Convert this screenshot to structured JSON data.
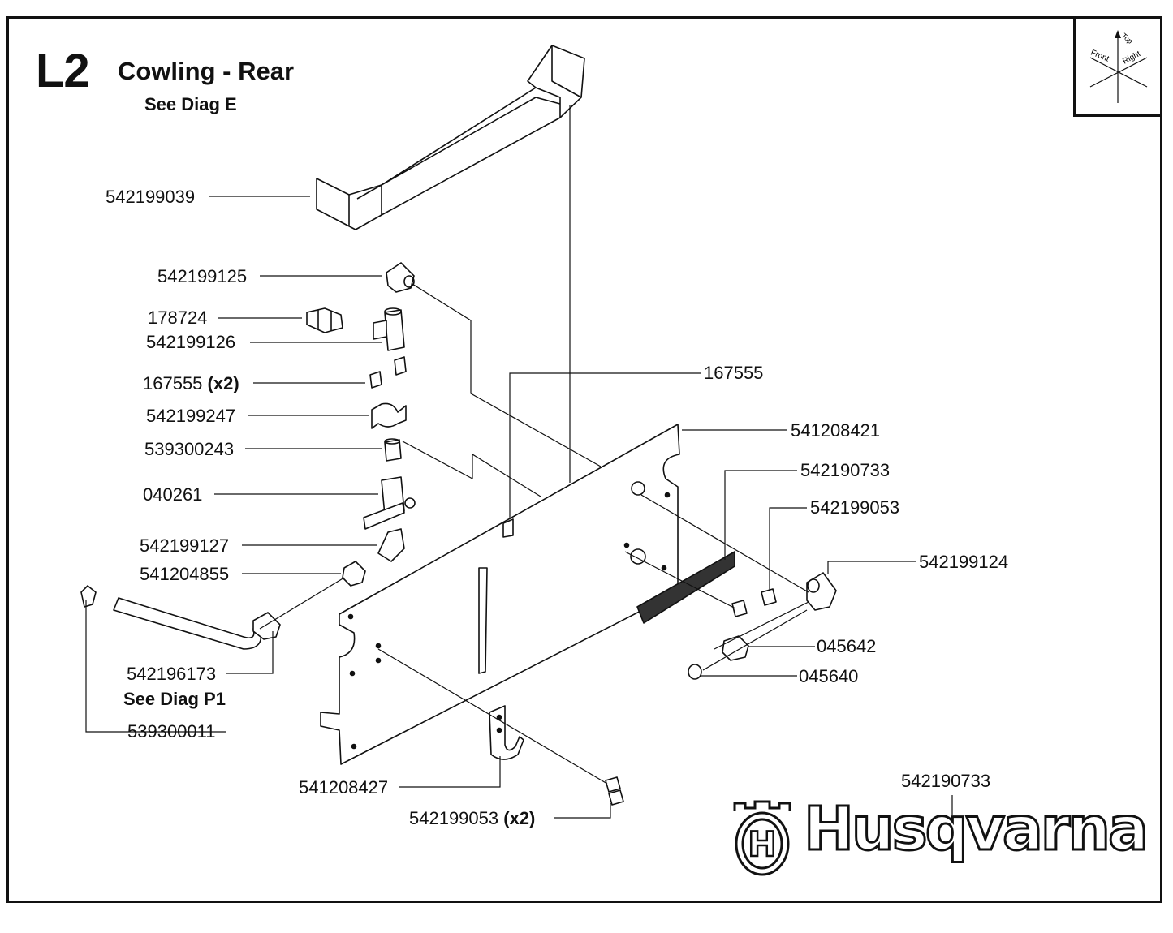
{
  "header": {
    "code": "L2",
    "title": "Cowling - Rear",
    "subtitle": "See Diag E"
  },
  "orientation": {
    "top": "Top",
    "front": "Front",
    "right": "Right"
  },
  "labels": {
    "p542199039": "542199039",
    "p542199125": "542199125",
    "p178724": "178724",
    "p542199126": "542199126",
    "p167555x2_num": "167555",
    "p167555x2_qty": "(x2)",
    "p542199247": "542199247",
    "p539300243": "539300243",
    "p040261": "040261",
    "p542199127": "542199127",
    "p541204855": "541204855",
    "p542196173": "542196173",
    "see_diag_p1": "See Diag P1",
    "p539300011": "539300011",
    "p167555": "167555",
    "p541208421": "541208421",
    "p542190733_a": "542190733",
    "p542199053": "542199053",
    "p542199124": "542199124",
    "p045642": "045642",
    "p045640": "045640",
    "p541208427": "541208427",
    "p542199053x2_num": "542199053",
    "p542199053x2_qty": "(x2)",
    "p542190733_b": "542190733"
  },
  "brand": {
    "name": "Husqvarna",
    "logo_letter": "H"
  }
}
